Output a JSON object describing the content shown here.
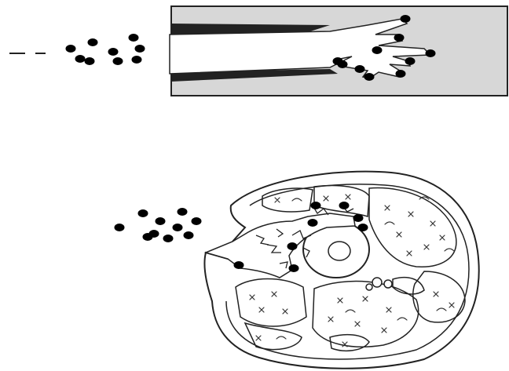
{
  "figure": {
    "panels": [
      {
        "id": "top",
        "subject": "channel-tract-with-branching-tips",
        "particles_in_flight": 9,
        "particles_deposited": 10
      },
      {
        "id": "bottom",
        "subject": "cross-section-with-entry-wound",
        "particles_in_flight": 10,
        "particles_deposited": 8
      }
    ],
    "colors": {
      "particle": "#000000",
      "tissue_fill": "#d7d7d7",
      "line": "#222222",
      "background": "#ffffff"
    }
  }
}
